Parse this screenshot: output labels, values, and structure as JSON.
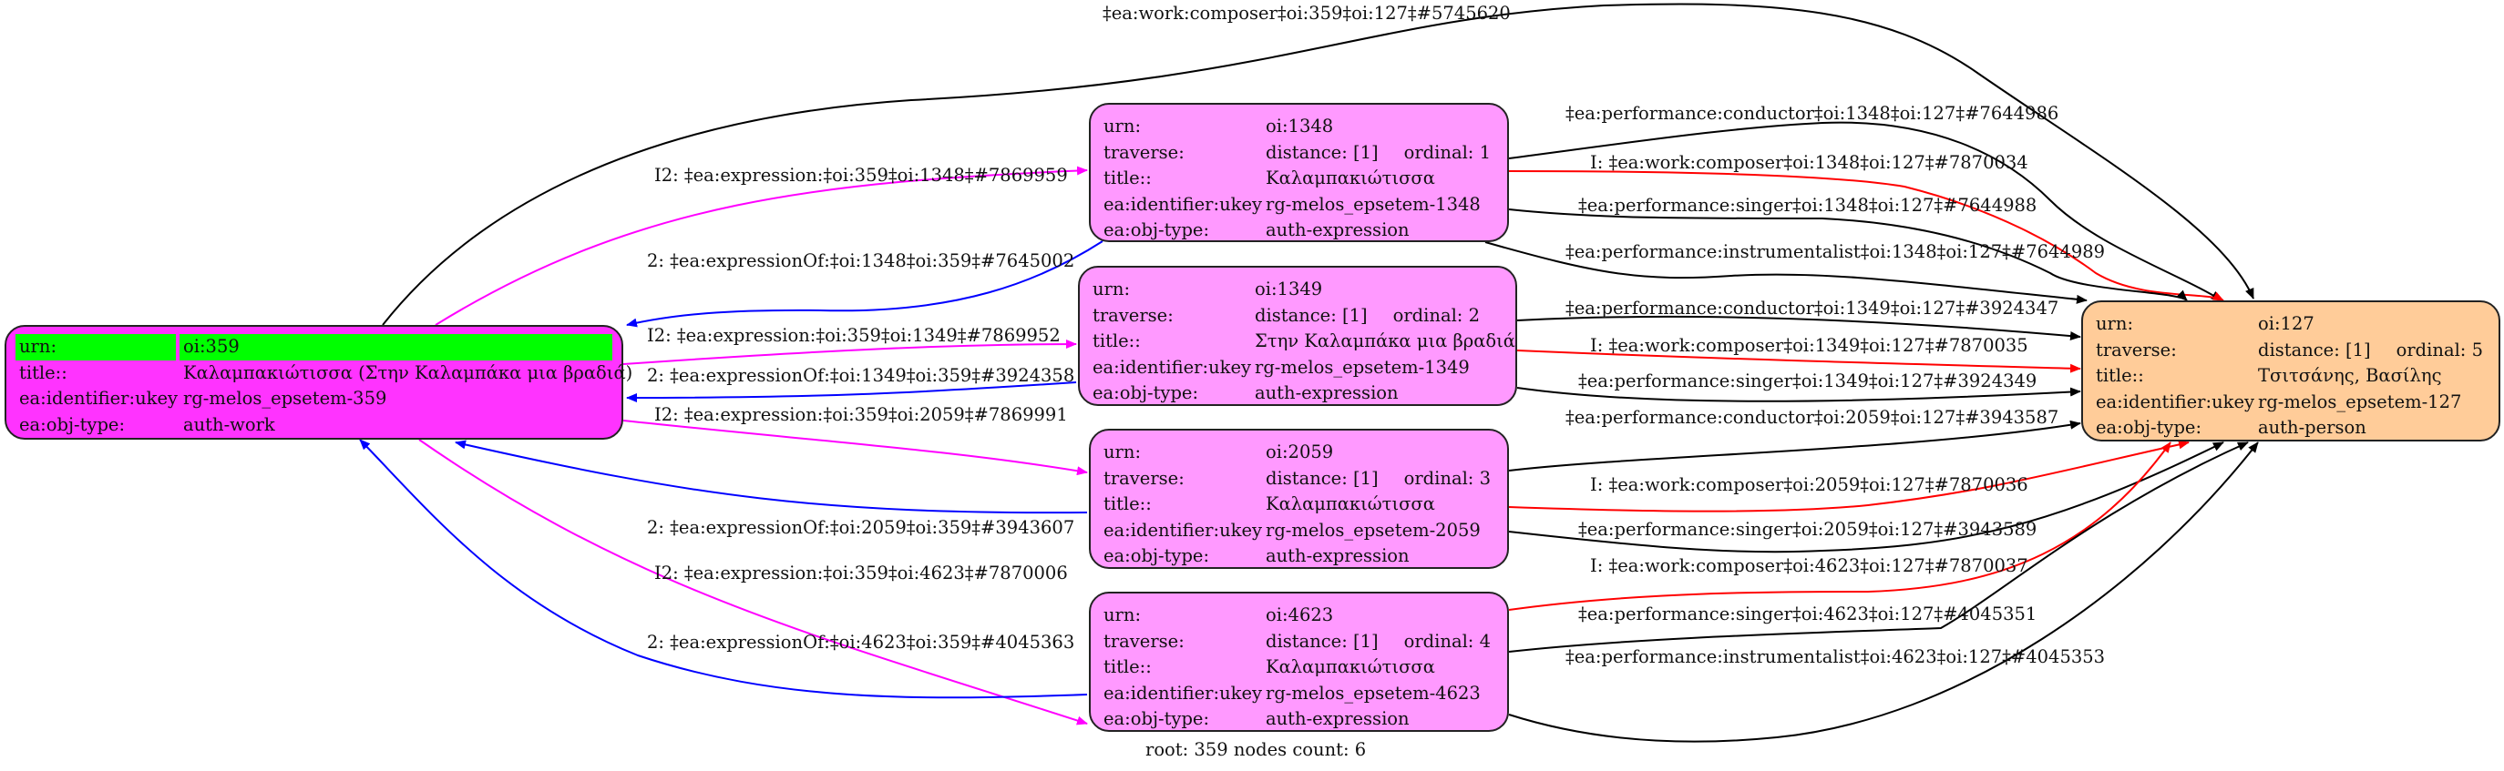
{
  "colors": {
    "work_fill": "#ff33ff",
    "work_highlight": "#00ff00",
    "expression_fill": "#ff99ff",
    "person_fill": "#ffcc99",
    "edge_expression": "#ff00ff",
    "edge_expression_of": "#0000ff",
    "edge_composer_inferred": "#ff0000",
    "edge_default": "#000000"
  },
  "nodes": {
    "n359": {
      "urn_key": "urn:",
      "urn": "oi:359",
      "title_key": "title::",
      "title": "Καλαμπακιώτισσα (Στην Καλαμπάκα μια βραδιά)",
      "ukey_key": "ea:identifier:ukey",
      "ukey": "rg-melos_epsetem-359",
      "type_key": "ea:obj-type:",
      "type": "auth-work"
    },
    "n1348": {
      "urn_key": "urn:",
      "urn": "oi:1348",
      "traverse_key": "traverse:",
      "distance": "distance: [1]",
      "ordinal": "ordinal: 1",
      "title_key": "title::",
      "title": "Καλαμπακιώτισσα",
      "ukey_key": "ea:identifier:ukey",
      "ukey": "rg-melos_epsetem-1348",
      "type_key": "ea:obj-type:",
      "type": "auth-expression"
    },
    "n1349": {
      "urn_key": "urn:",
      "urn": "oi:1349",
      "traverse_key": "traverse:",
      "distance": "distance: [1]",
      "ordinal": "ordinal: 2",
      "title_key": "title::",
      "title": "Στην Καλαμπάκα μια βραδιά",
      "ukey_key": "ea:identifier:ukey",
      "ukey": "rg-melos_epsetem-1349",
      "type_key": "ea:obj-type:",
      "type": "auth-expression"
    },
    "n2059": {
      "urn_key": "urn:",
      "urn": "oi:2059",
      "traverse_key": "traverse:",
      "distance": "distance: [1]",
      "ordinal": "ordinal: 3",
      "title_key": "title::",
      "title": "Καλαμπακιώτισσα",
      "ukey_key": "ea:identifier:ukey",
      "ukey": "rg-melos_epsetem-2059",
      "type_key": "ea:obj-type:",
      "type": "auth-expression"
    },
    "n4623": {
      "urn_key": "urn:",
      "urn": "oi:4623",
      "traverse_key": "traverse:",
      "distance": "distance: [1]",
      "ordinal": "ordinal: 4",
      "title_key": "title::",
      "title": "Καλαμπακιώτισσα",
      "ukey_key": "ea:identifier:ukey",
      "ukey": "rg-melos_epsetem-4623",
      "type_key": "ea:obj-type:",
      "type": "auth-expression"
    },
    "n127": {
      "urn_key": "urn:",
      "urn": "oi:127",
      "traverse_key": "traverse:",
      "distance": "distance: [1]",
      "ordinal": "ordinal: 5",
      "title_key": "title::",
      "title": "Τσιτσάνης, Βασίλης",
      "ukey_key": "ea:identifier:ukey",
      "ukey": "rg-melos_epsetem-127",
      "type_key": "ea:obj-type:",
      "type": "auth-person"
    }
  },
  "edges": [
    {
      "id": "e0",
      "from": "n359",
      "to": "n127",
      "kind": "default",
      "label": "‡ea:work:composer‡oi:359‡oi:127‡#5745620"
    },
    {
      "id": "e1",
      "from": "n359",
      "to": "n1348",
      "kind": "expression",
      "label": "I2: ‡ea:expression:‡oi:359‡oi:1348‡#7869959"
    },
    {
      "id": "e2",
      "from": "n1348",
      "to": "n359",
      "kind": "expression_of",
      "label": "2: ‡ea:expressionOf:‡oi:1348‡oi:359‡#7645002"
    },
    {
      "id": "e3",
      "from": "n359",
      "to": "n1349",
      "kind": "expression",
      "label": "I2: ‡ea:expression:‡oi:359‡oi:1349‡#7869952"
    },
    {
      "id": "e4",
      "from": "n1349",
      "to": "n359",
      "kind": "expression_of",
      "label": "2: ‡ea:expressionOf:‡oi:1349‡oi:359‡#3924358"
    },
    {
      "id": "e5",
      "from": "n359",
      "to": "n2059",
      "kind": "expression",
      "label": "I2: ‡ea:expression:‡oi:359‡oi:2059‡#7869991"
    },
    {
      "id": "e6",
      "from": "n2059",
      "to": "n359",
      "kind": "expression_of",
      "label": "2: ‡ea:expressionOf:‡oi:2059‡oi:359‡#3943607"
    },
    {
      "id": "e7",
      "from": "n359",
      "to": "n4623",
      "kind": "expression",
      "label": "I2: ‡ea:expression:‡oi:359‡oi:4623‡#7870006"
    },
    {
      "id": "e8",
      "from": "n4623",
      "to": "n359",
      "kind": "expression_of",
      "label": "2: ‡ea:expressionOf:‡oi:4623‡oi:359‡#4045363"
    },
    {
      "id": "e9",
      "from": "n1348",
      "to": "n127",
      "kind": "default",
      "label": "‡ea:performance:conductor‡oi:1348‡oi:127‡#7644986"
    },
    {
      "id": "e10",
      "from": "n1348",
      "to": "n127",
      "kind": "composer_inferred",
      "label": "I: ‡ea:work:composer‡oi:1348‡oi:127‡#7870034"
    },
    {
      "id": "e11",
      "from": "n1348",
      "to": "n127",
      "kind": "default",
      "label": "‡ea:performance:singer‡oi:1348‡oi:127‡#7644988"
    },
    {
      "id": "e12",
      "from": "n1348",
      "to": "n127",
      "kind": "default",
      "label": "‡ea:performance:instrumentalist‡oi:1348‡oi:127‡#7644989"
    },
    {
      "id": "e13",
      "from": "n1349",
      "to": "n127",
      "kind": "default",
      "label": "‡ea:performance:conductor‡oi:1349‡oi:127‡#3924347"
    },
    {
      "id": "e14",
      "from": "n1349",
      "to": "n127",
      "kind": "composer_inferred",
      "label": "I: ‡ea:work:composer‡oi:1349‡oi:127‡#7870035"
    },
    {
      "id": "e15",
      "from": "n1349",
      "to": "n127",
      "kind": "default",
      "label": "‡ea:performance:singer‡oi:1349‡oi:127‡#3924349"
    },
    {
      "id": "e16",
      "from": "n2059",
      "to": "n127",
      "kind": "default",
      "label": "‡ea:performance:conductor‡oi:2059‡oi:127‡#3943587"
    },
    {
      "id": "e17",
      "from": "n2059",
      "to": "n127",
      "kind": "composer_inferred",
      "label": "I: ‡ea:work:composer‡oi:2059‡oi:127‡#7870036"
    },
    {
      "id": "e18",
      "from": "n2059",
      "to": "n127",
      "kind": "default",
      "label": "‡ea:performance:singer‡oi:2059‡oi:127‡#3943589"
    },
    {
      "id": "e19",
      "from": "n4623",
      "to": "n127",
      "kind": "composer_inferred",
      "label": "I: ‡ea:work:composer‡oi:4623‡oi:127‡#7870037"
    },
    {
      "id": "e20",
      "from": "n4623",
      "to": "n127",
      "kind": "default",
      "label": "‡ea:performance:singer‡oi:4623‡oi:127‡#4045351"
    },
    {
      "id": "e21",
      "from": "n4623",
      "to": "n127",
      "kind": "default",
      "label": "‡ea:performance:instrumentalist‡oi:4623‡oi:127‡#4045353"
    }
  ],
  "footer": "root: 359 nodes count: 6"
}
